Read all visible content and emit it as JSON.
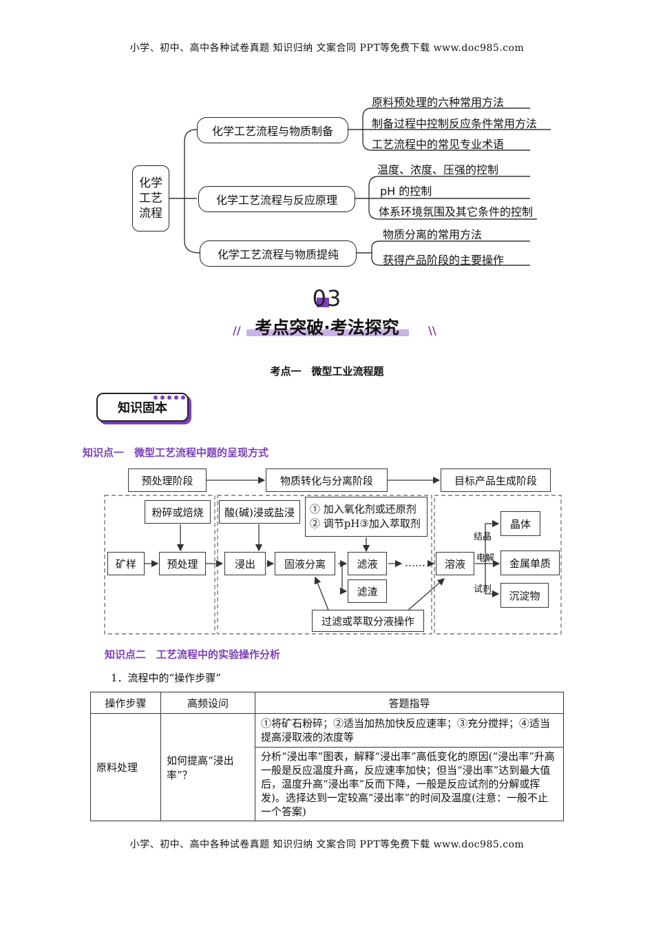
{
  "header": {
    "text": "小学、初中、高中各种试卷真题  知识归纳  文案合同  PPT等免费下载    www.doc985.com"
  },
  "footer": {
    "text": "小学、初中、高中各种试卷真题  知识归纳  文案合同  PPT等免费下载    www.doc985.com"
  },
  "mindmap": {
    "root": [
      "化学",
      "工艺",
      "流程"
    ],
    "branches": [
      {
        "label": "化学工艺流程与物质制备",
        "leaves": [
          "原料预处理的六种常用方法",
          "制备过程中控制反应条件常用方法",
          "工艺流程中的常见专业术语"
        ]
      },
      {
        "label": "化学工艺流程与反应原理",
        "leaves": [
          "温度、浓度、压强的控制",
          "pH 的控制",
          "体系环境氛围及其它条件的控制"
        ]
      },
      {
        "label": "化学工艺流程与物质提纯",
        "leaves": [
          "物质分离的常用方法",
          "获得产品阶段的主要操作"
        ]
      }
    ]
  },
  "section": {
    "number": "03",
    "title": "考点突破·考法探究"
  },
  "kaodian": {
    "title": "考点一　微型工业流程题"
  },
  "badge": {
    "label": "知识固本"
  },
  "kp1": {
    "title": "知识点一　微型工艺流程中题的呈现方式"
  },
  "flow": {
    "stages": [
      "预处理阶段",
      "物质转化与分离阶段",
      "目标产品生成阶段"
    ],
    "crush": "粉碎或焙烧",
    "acid": "酸(碱)浸或盐浸",
    "reagents": [
      "① 加入氧化剂或还原剂",
      "② 调节pH③加入萃取剂"
    ],
    "ore": "矿样",
    "pretreat": "预处理",
    "leach": "浸出",
    "separate": "固液分离",
    "filtrate": "滤液",
    "residue": "滤渣",
    "dots": "……",
    "solution": "溶液",
    "filter_op": "过滤或萃取分液操作",
    "labels": [
      "结晶",
      "电解",
      "试剂"
    ],
    "products": [
      "晶体",
      "金属单质",
      "沉淀物"
    ]
  },
  "kp2": {
    "title": "知识点二　工艺流程中的实验操作分析"
  },
  "item1": {
    "text": "1．流程中的“操作步骤”"
  },
  "table": {
    "headers": [
      "操作步骤",
      "高频设问",
      "答题指导"
    ],
    "step": "原料处理",
    "question": "如何提高“浸出率”？",
    "answer1": "①将矿石粉碎；②适当加热加快反应速率；③充分搅拌；④适当提高浸取液的浓度等",
    "answer2": "分析“浸出率”图表，解释“浸出率”高低变化的原因(“浸出率”升高一般是反应温度升高，反应速率加快；但当“浸出率”达到最大值后，温度升高“浸出率”反而下降，一般是反应试剂的分解或挥发)。选择达到一定较高“浸出率”的时间及温度(注意：一般不止一个答案)"
  },
  "colors": {
    "accent": "#7b3fb8",
    "badge_bg": "#e8e0f0"
  }
}
